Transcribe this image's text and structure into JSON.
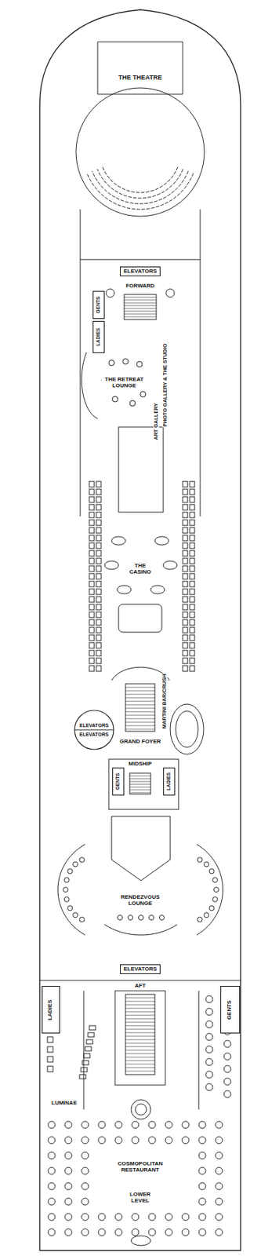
{
  "diagram": {
    "nodes": [
      {
        "text": [
          "ELEVATORS"
        ]
      },
      {
        "text": [
          "GENTS"
        ]
      },
      {
        "text": [
          "LADIES"
        ]
      },
      {
        "text": [
          "ELEVATORS",
          "ELEVATORS"
        ]
      },
      {
        "text": [
          "GENTS"
        ]
      },
      {
        "text": [
          "LADIES"
        ]
      },
      {
        "text": [
          "ELEVATORS"
        ]
      },
      {
        "text": [
          "LADIES"
        ]
      },
      {
        "text": [
          "GENTS"
        ]
      }
    ],
    "labels": [
      "THE THEATRE",
      "FORWARD",
      "THE RETREAT LOUNGE",
      "ART GALLERY",
      "PHOTO GALLERY & THE STUDIO",
      "THE CASINO",
      "GRAND FOYER",
      "MARTINI BAR/CRUSH",
      "MIDSHIP",
      "RENDEZVOUS LOUNGE",
      "AFT",
      "LUMINAE",
      "COSMOPOLITAN RESTAURANT",
      "LOWER LEVEL"
    ]
  }
}
